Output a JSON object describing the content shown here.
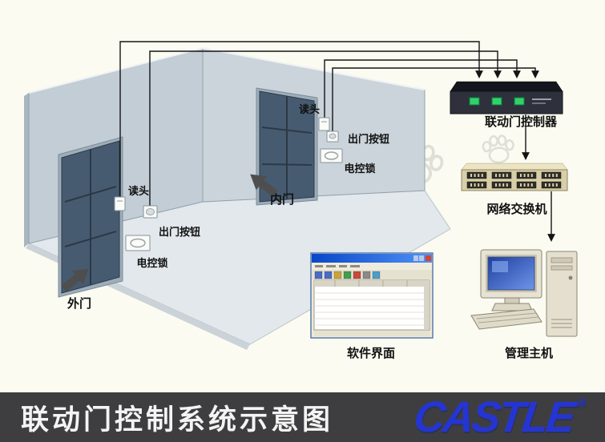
{
  "labels": {
    "outer_door": "外门",
    "inner_door": "内门",
    "outer_reader": "读头",
    "outer_exit_button": "出门按钮",
    "outer_lock": "电控锁",
    "inner_reader": "读头",
    "inner_exit_button": "出门按钮",
    "inner_lock": "电控锁",
    "controller": "联动门控制器",
    "network_switch": "网络交换机",
    "software_ui": "软件界面",
    "management_host": "管理主机"
  },
  "footer": {
    "title": "联动门控制系统示意图",
    "brand": "CASTLE",
    "registered_mark": "®"
  },
  "colors": {
    "background": "#fbfbf1",
    "footer_bg": "#3e3e40",
    "brand_blue": "#2535d2",
    "led_green": "#2fd26b",
    "wall": "#c3cdd5",
    "floor": "#e2e8ec",
    "door": "#475b70"
  }
}
